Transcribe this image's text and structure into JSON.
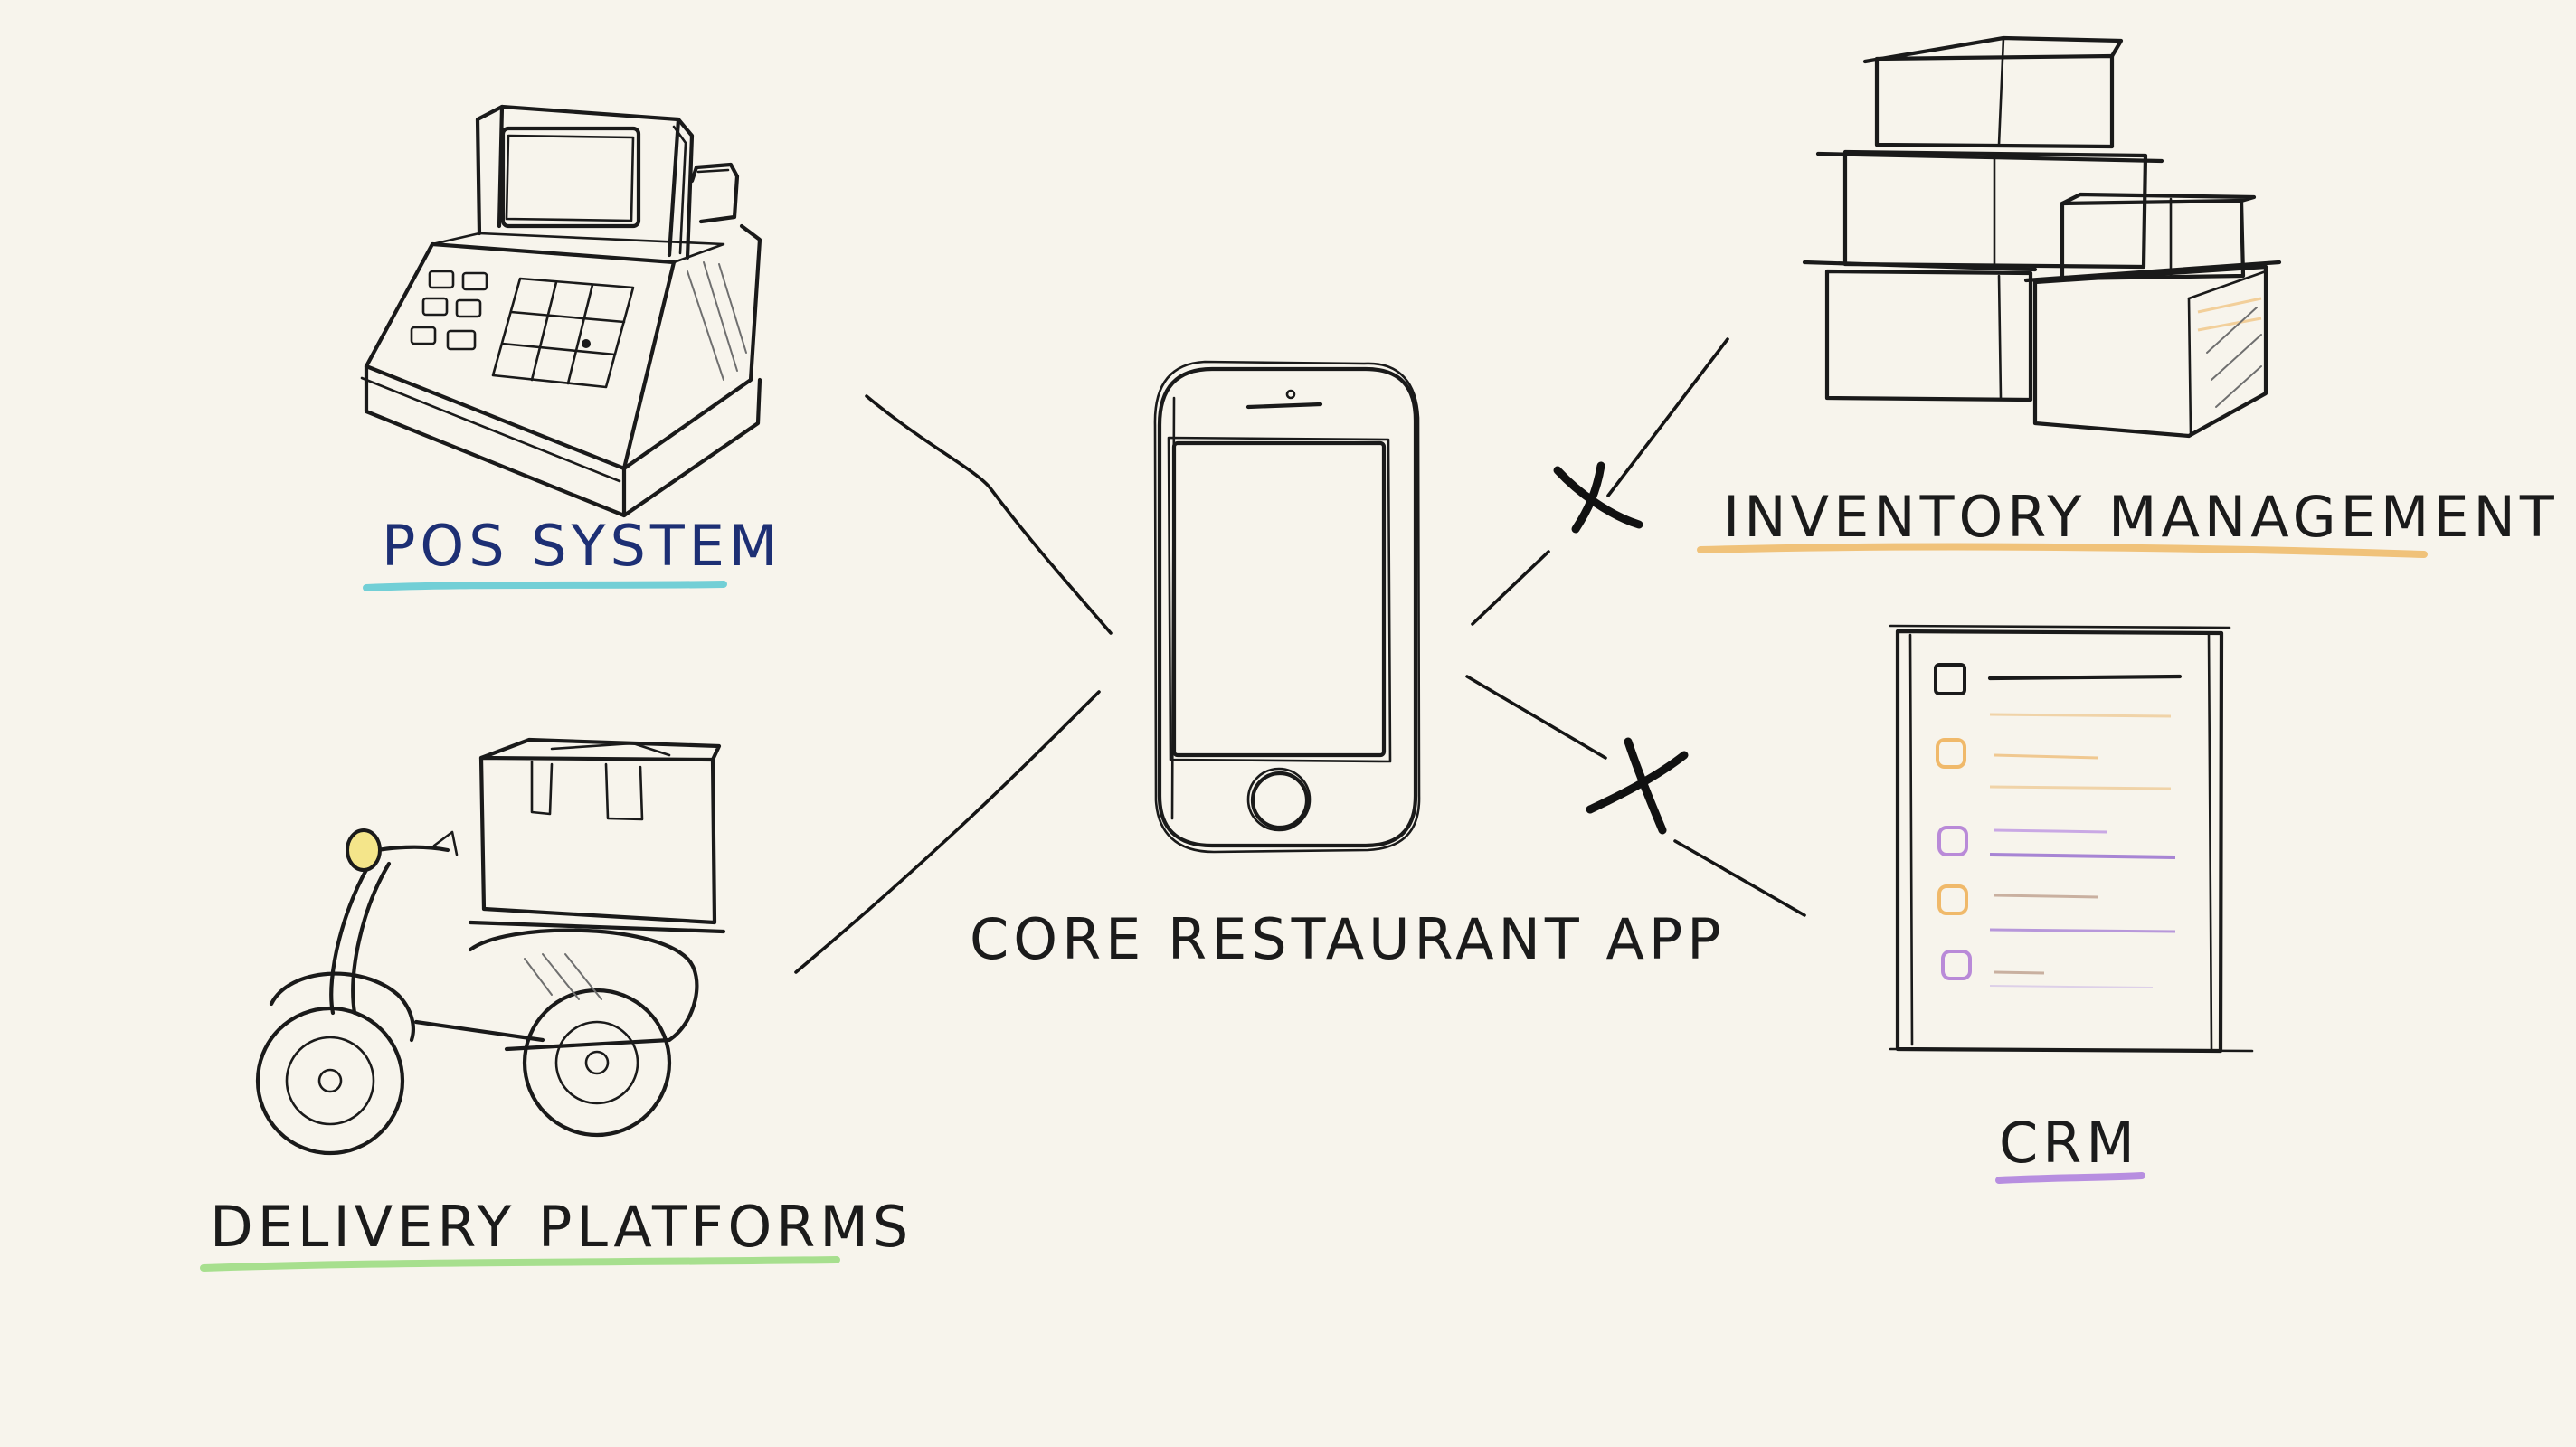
{
  "nodes": {
    "center": {
      "label": "CORE RESTAURANT APP"
    },
    "pos": {
      "label": "POS SYSTEM",
      "underline_color": "#72cfd6",
      "text_color": "#1d2f74"
    },
    "delivery": {
      "label": "DELIVERY PLATFORMS",
      "underline_color": "#a7df8e"
    },
    "inventory": {
      "label": "INVENTORY MANAGEMENT",
      "underline_color": "#f0c27a"
    },
    "crm": {
      "label": "CRM",
      "underline_color": "#b78ee0"
    }
  },
  "connections": [
    {
      "from": "center",
      "to": "pos",
      "status": "connected"
    },
    {
      "from": "center",
      "to": "delivery",
      "status": "connected"
    },
    {
      "from": "center",
      "to": "inventory",
      "status": "broken"
    },
    {
      "from": "center",
      "to": "crm",
      "status": "broken"
    }
  ],
  "icons": {
    "center": "smartphone-icon",
    "pos": "cash-register-icon",
    "delivery": "delivery-scooter-icon",
    "inventory": "box-stack-icon",
    "crm": "checklist-icon"
  },
  "crm_checklist_colors": [
    "#1a1a1a",
    "#f0b96a",
    "#b98ad8",
    "#f0b96a",
    "#b98ad8"
  ]
}
